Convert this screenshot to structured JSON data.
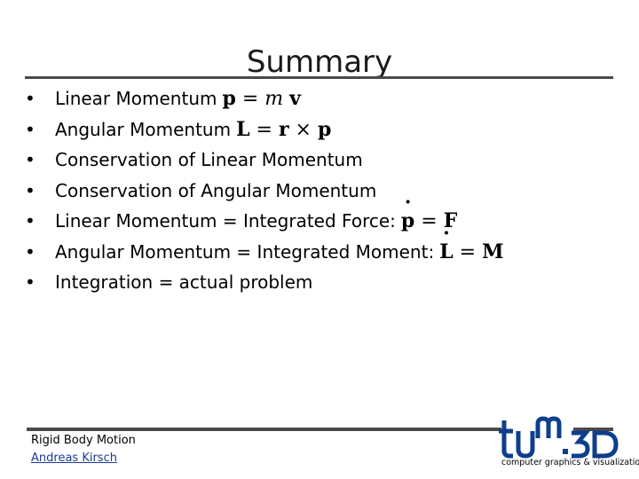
{
  "slide": {
    "title": "Summary"
  },
  "bullets": [
    {
      "text": "Linear Momentum",
      "formula": "p = m v"
    },
    {
      "text": "Angular Momentum",
      "formula": "L = r × p"
    },
    {
      "text": "Conservation of Linear Momentum"
    },
    {
      "text": "Conservation of Angular Momentum"
    },
    {
      "text": "Linear Momentum = Integrated Force:",
      "formula": "ṗ = F"
    },
    {
      "text": "Angular Momentum = Integrated Moment:",
      "formula": "L̇ = M"
    },
    {
      "text": "Integration = actual problem"
    }
  ],
  "footer": {
    "course": "Rigid Body Motion",
    "author": "Andreas Kirsch",
    "logo_text": "tum.3D",
    "logo_subtitle": "computer graphics & visualization"
  },
  "colors": {
    "rule": "#4a4a4a",
    "logo_blue": "#0e3e8c",
    "link": "#1a3c8f"
  },
  "bullet_glyph": "•"
}
